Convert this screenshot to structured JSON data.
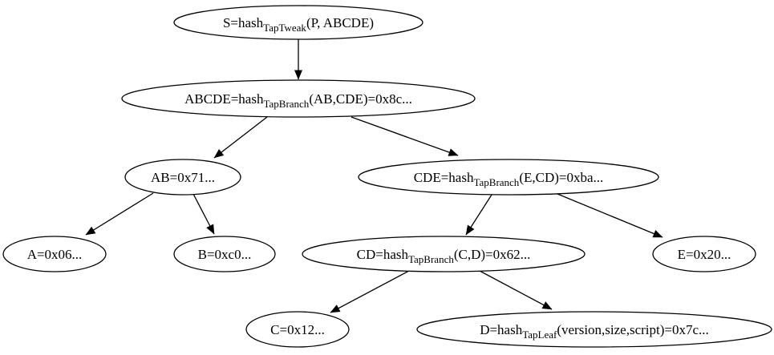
{
  "diagram": {
    "description": "Taproot hash tree",
    "background_color": "#ffffff",
    "stroke_color": "#000000",
    "text_color": "#000000",
    "nodes": {
      "S": {
        "prefix": "S=hash",
        "sub": "TapTweak",
        "suffix": "(P, ABCDE)"
      },
      "ABCDE": {
        "prefix": "ABCDE=hash",
        "sub": "TapBranch",
        "suffix": "(AB,CDE)=0x8c..."
      },
      "AB": {
        "prefix": "AB=0x71...",
        "sub": "",
        "suffix": ""
      },
      "CDE": {
        "prefix": "CDE=hash",
        "sub": "TapBranch",
        "suffix": "(E,CD)=0xba..."
      },
      "A": {
        "prefix": "A=0x06...",
        "sub": "",
        "suffix": ""
      },
      "B": {
        "prefix": "B=0xc0...",
        "sub": "",
        "suffix": ""
      },
      "CD": {
        "prefix": "CD=hash",
        "sub": "TapBranch",
        "suffix": "(C,D)=0x62..."
      },
      "E": {
        "prefix": "E=0x20...",
        "sub": "",
        "suffix": ""
      },
      "C": {
        "prefix": "C=0x12...",
        "sub": "",
        "suffix": ""
      },
      "D": {
        "prefix": "D=hash",
        "sub": "TapLeaf",
        "suffix": "(version,size,script)=0x7c..."
      }
    },
    "edges": [
      {
        "from": "S",
        "to": "ABCDE"
      },
      {
        "from": "ABCDE",
        "to": "AB"
      },
      {
        "from": "ABCDE",
        "to": "CDE"
      },
      {
        "from": "AB",
        "to": "A"
      },
      {
        "from": "AB",
        "to": "B"
      },
      {
        "from": "CDE",
        "to": "CD"
      },
      {
        "from": "CDE",
        "to": "E"
      },
      {
        "from": "CD",
        "to": "C"
      },
      {
        "from": "CD",
        "to": "D"
      }
    ]
  }
}
